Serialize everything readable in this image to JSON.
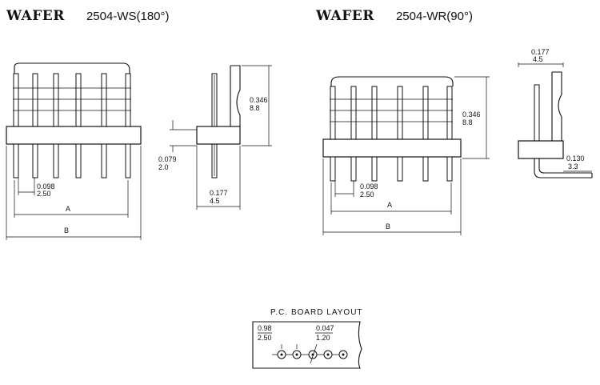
{
  "left_title": {
    "brand": "WAFER",
    "model": "2504-WS(180°)"
  },
  "right_title": {
    "brand": "WAFER",
    "model": "2504-WR(90°)"
  },
  "ws_front": {
    "pitch_in": "0.098",
    "pitch_mm": "2.50",
    "dim_a": "A",
    "dim_b": "B"
  },
  "ws_side": {
    "height_in": "0.346",
    "height_mm": "8.8",
    "offset_in": "0.079",
    "offset_mm": "2.0",
    "width_in": "0.177",
    "width_mm": "4.5"
  },
  "wr_front": {
    "height_in": "0.346",
    "height_mm": "8.8",
    "pitch_in": "0.098",
    "pitch_mm": "2.50",
    "dim_a": "A",
    "dim_b": "B"
  },
  "wr_side": {
    "width_in": "0.177",
    "width_mm": "4.5",
    "tail_in": "0.130",
    "tail_mm": "3.3"
  },
  "pcb_layout": {
    "title": "P.C. BOARD LAYOUT",
    "pitch_in": "0.98",
    "pitch_mm": "2.50",
    "hole_in": "0.047",
    "hole_mm": "1.20"
  }
}
